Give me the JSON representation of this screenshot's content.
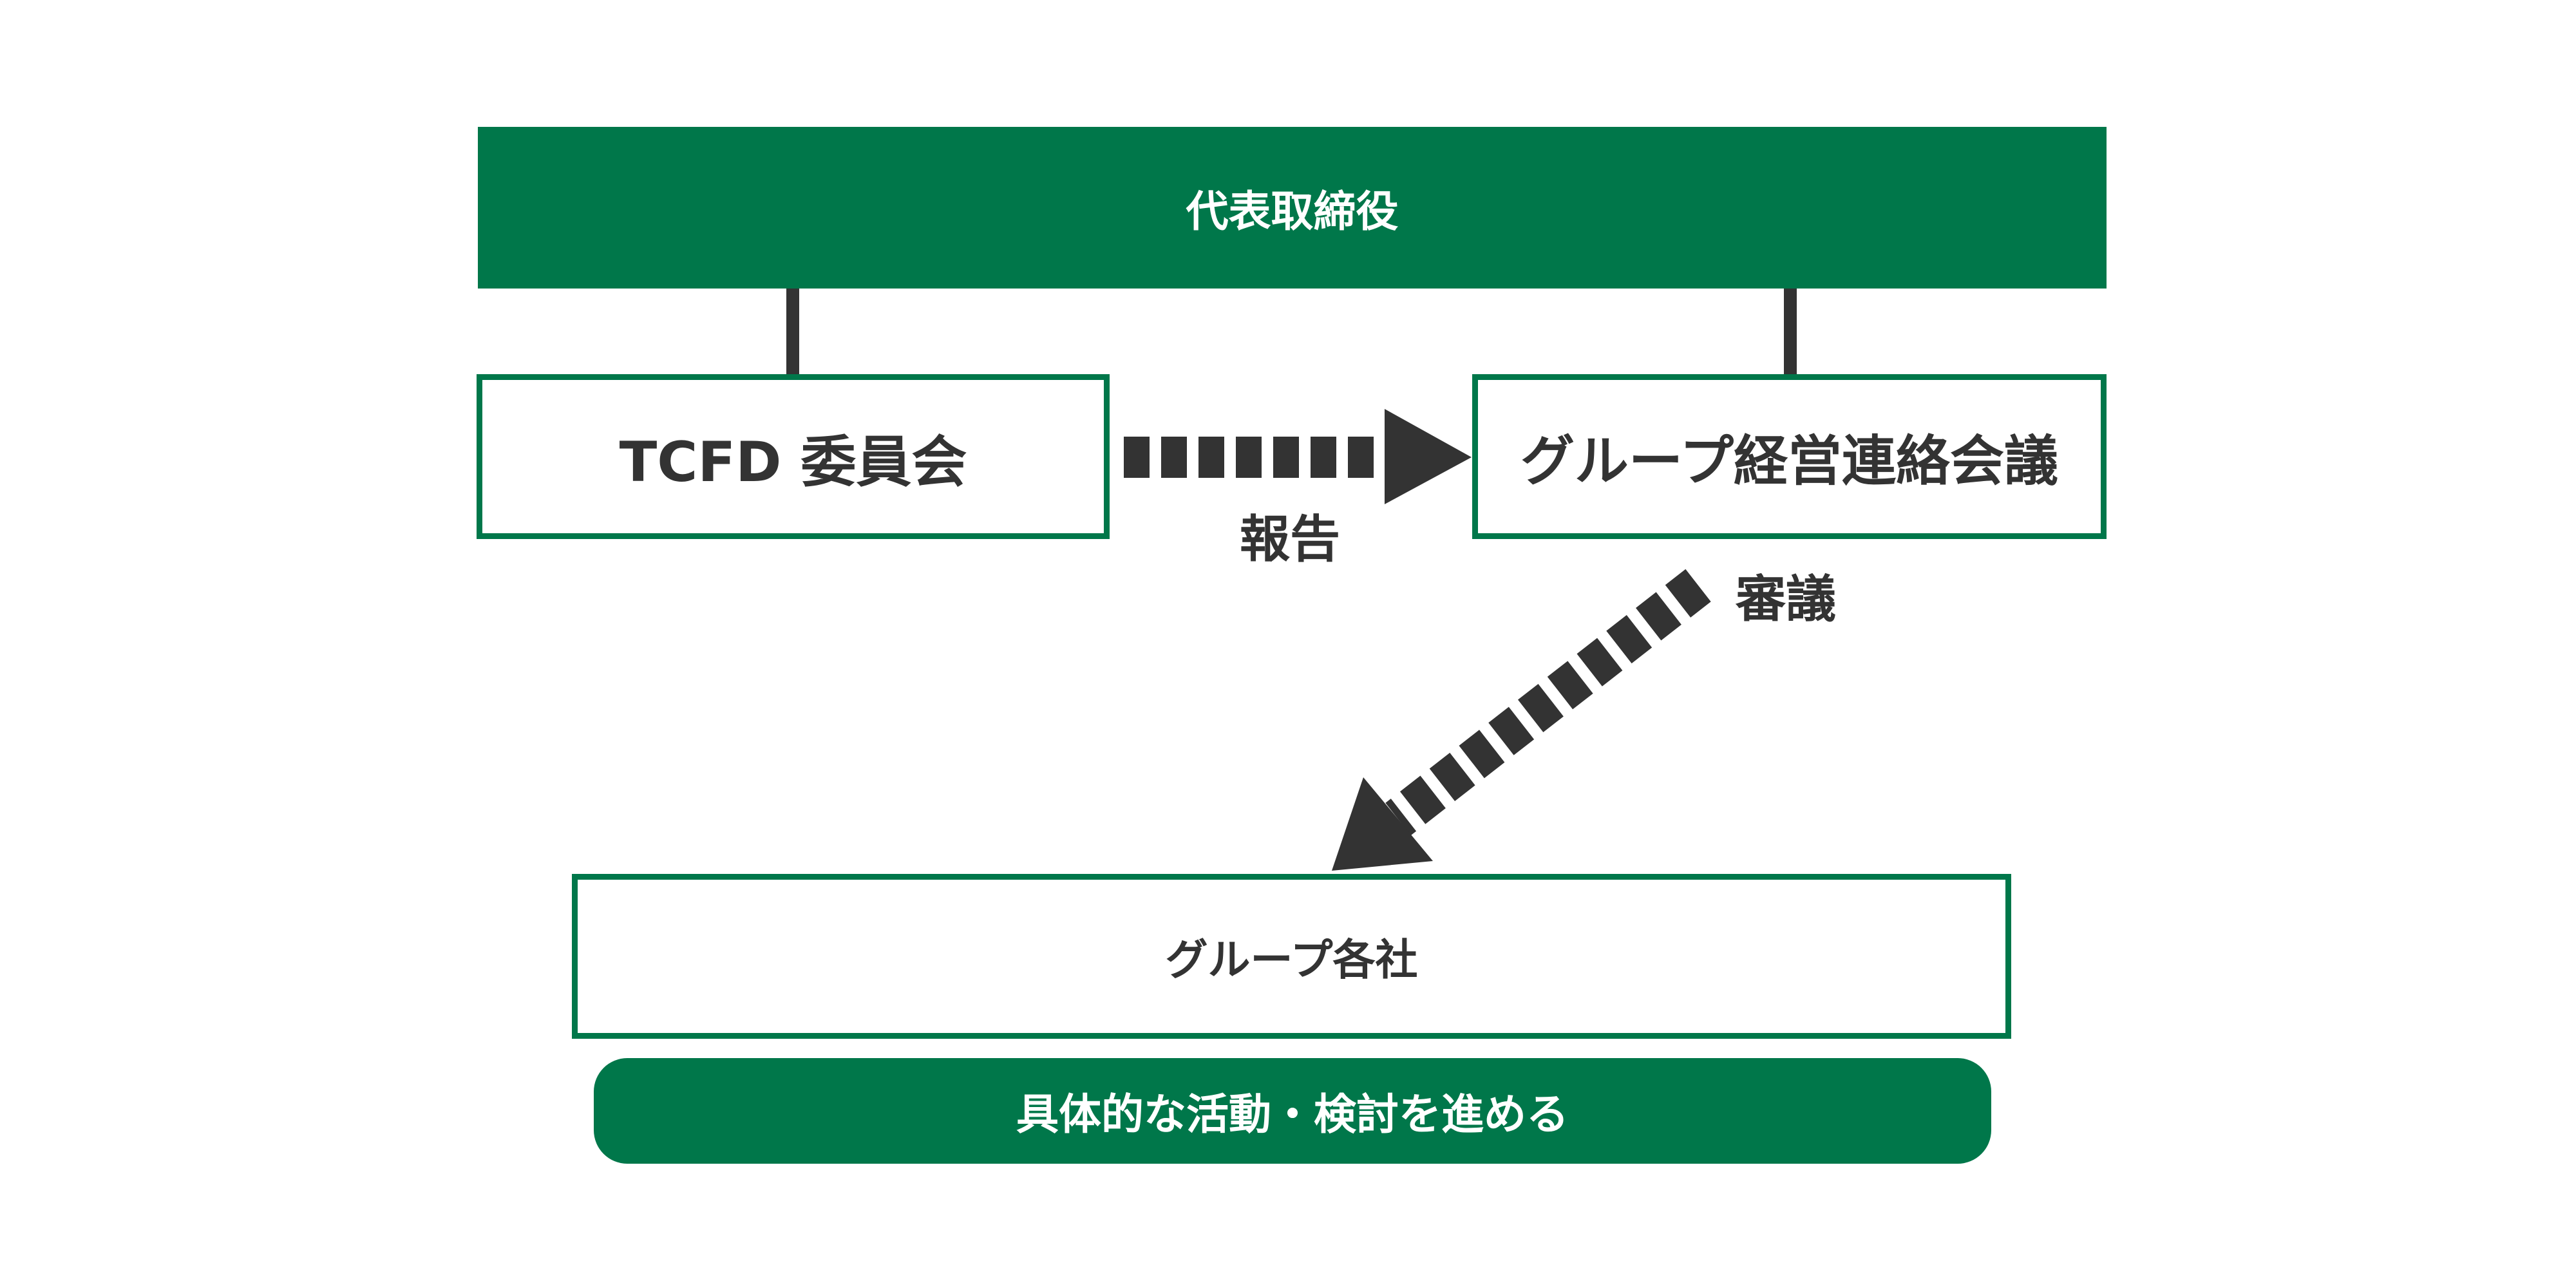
{
  "diagram": {
    "ceo": "代表取締役",
    "tcfd_committee": "TCFD 委員会",
    "group_management_meeting": "グループ経営連絡会議",
    "report_label": "報告",
    "deliberation_label": "審議",
    "group_companies": "グループ各社",
    "action": "具体的な活動・検討を進める"
  },
  "colors": {
    "green": "#00774a",
    "dark": "#333333"
  }
}
